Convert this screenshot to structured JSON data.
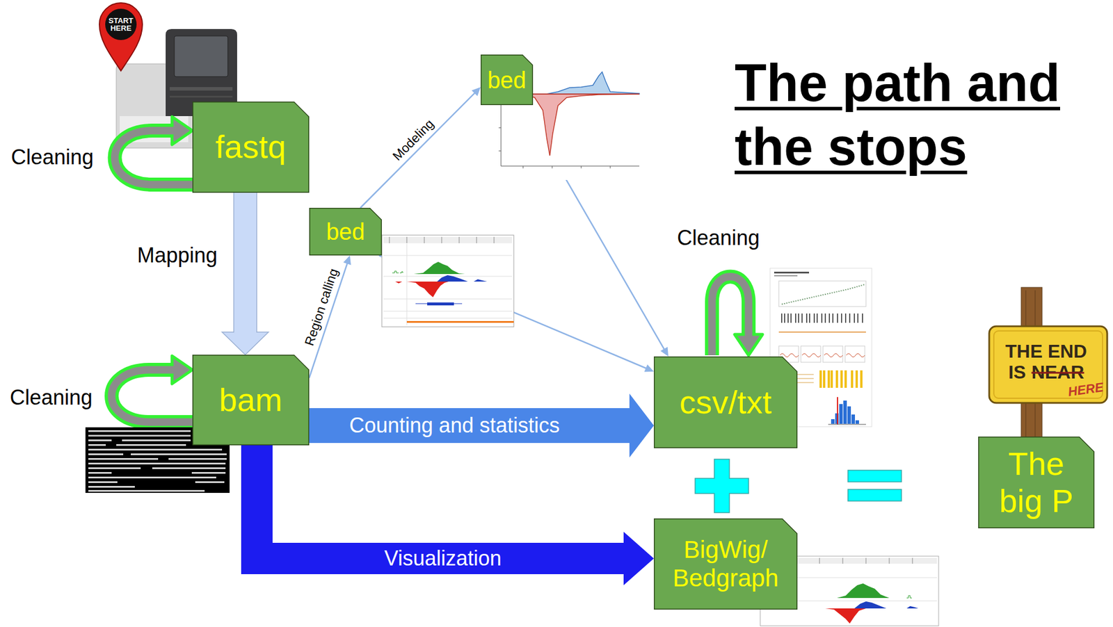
{
  "diagram": {
    "title": "The path and the stops",
    "nodes": [
      {
        "text": [
          "fastq"
        ]
      },
      {
        "text": [
          "bed"
        ]
      },
      {
        "text": [
          "bed"
        ]
      },
      {
        "text": [
          "bam"
        ]
      },
      {
        "text": [
          "csv/txt"
        ]
      },
      {
        "text": [
          "The big P"
        ]
      },
      {
        "text": [
          "BigWig/ Bedgraph"
        ]
      }
    ],
    "edges": [
      {
        "from": 0,
        "to": 3,
        "label": "Mapping",
        "arrow": "to"
      },
      {
        "from": 3,
        "to": 2,
        "label": "Region calling",
        "arrow": "to"
      },
      {
        "from": 2,
        "to": 1,
        "label": "Modeling",
        "arrow": "to"
      },
      {
        "from": 3,
        "to": 4,
        "label": "Counting and statistics",
        "arrow": "to"
      },
      {
        "from": 3,
        "to": 6,
        "label": "Visualization",
        "arrow": "to"
      },
      {
        "from": 2,
        "to": 4,
        "arrow": "to"
      },
      {
        "from": 1,
        "to": 4,
        "arrow": "to"
      }
    ],
    "labels": [
      "START HERE",
      "Cleaning",
      "Cleaning",
      "Cleaning",
      "THE END",
      "IS",
      "NEAR",
      "HERE"
    ]
  }
}
